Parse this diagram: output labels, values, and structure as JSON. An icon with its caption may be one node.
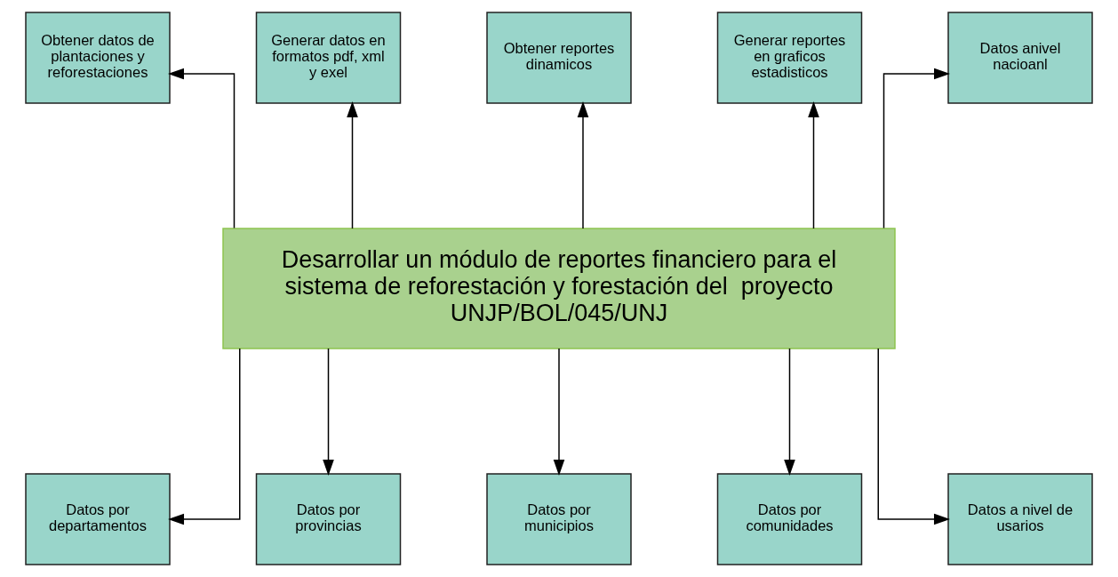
{
  "diagram": {
    "nodes": [
      {
        "text": [
          "Obtener datos de plantaciones y reforestaciones"
        ]
      },
      {
        "text": [
          "Generar datos en formatos pdf, xml y exel"
        ]
      },
      {
        "text": [
          "Obtener reportes dinamicos"
        ]
      },
      {
        "text": [
          "Generar reportes en graficos estadisticos"
        ]
      },
      {
        "text": [
          "Datos anivel nacioanl"
        ]
      },
      {
        "text": [
          "Desarrollar un módulo de reportes financiero para el sistema de reforestación y forestación del  proyecto UNJP/BOL/045/UNJ"
        ]
      },
      {
        "text": [
          "Datos por departamentos"
        ]
      },
      {
        "text": [
          "Datos por provincias"
        ]
      },
      {
        "text": [
          "Datos por municipios"
        ]
      },
      {
        "text": [
          "Datos por comunidades"
        ]
      },
      {
        "text": [
          "Datos a nivel de usarios"
        ]
      }
    ],
    "edges": [
      {
        "from": 5,
        "to": 0,
        "arrow": "to"
      },
      {
        "from": 5,
        "to": 1,
        "arrow": "to"
      },
      {
        "from": 5,
        "to": 2,
        "arrow": "to"
      },
      {
        "from": 5,
        "to": 3,
        "arrow": "to"
      },
      {
        "from": 5,
        "to": 4,
        "arrow": "to"
      },
      {
        "from": 5,
        "to": 6,
        "arrow": "to"
      },
      {
        "from": 5,
        "to": 7,
        "arrow": "to"
      },
      {
        "from": 5,
        "to": 8,
        "arrow": "to"
      },
      {
        "from": 5,
        "to": 9,
        "arrow": "to"
      },
      {
        "from": 5,
        "to": 10,
        "arrow": "to"
      }
    ]
  }
}
